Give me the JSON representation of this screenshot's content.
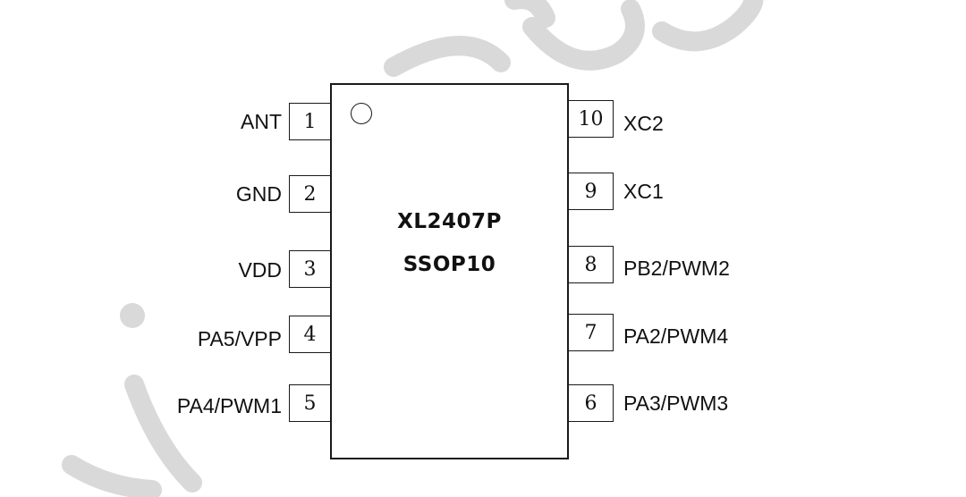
{
  "chip": {
    "part_number": "XL2407P",
    "package": "SSOP10"
  },
  "pins": {
    "left": [
      {
        "number": "1",
        "name": "ANT"
      },
      {
        "number": "2",
        "name": "GND"
      },
      {
        "number": "3",
        "name": "VDD"
      },
      {
        "number": "4",
        "name": "PA5/VPP"
      },
      {
        "number": "5",
        "name": "PA4/PWM1"
      }
    ],
    "right": [
      {
        "number": "10",
        "name": "XC2"
      },
      {
        "number": "9",
        "name": "XC1"
      },
      {
        "number": "8",
        "name": "PB2/PWM2"
      },
      {
        "number": "7",
        "name": "PA2/PWM4"
      },
      {
        "number": "6",
        "name": "PA3/PWM3"
      }
    ]
  },
  "colors": {
    "line": "#1a1a1a",
    "watermark": "#d9d9d9"
  }
}
